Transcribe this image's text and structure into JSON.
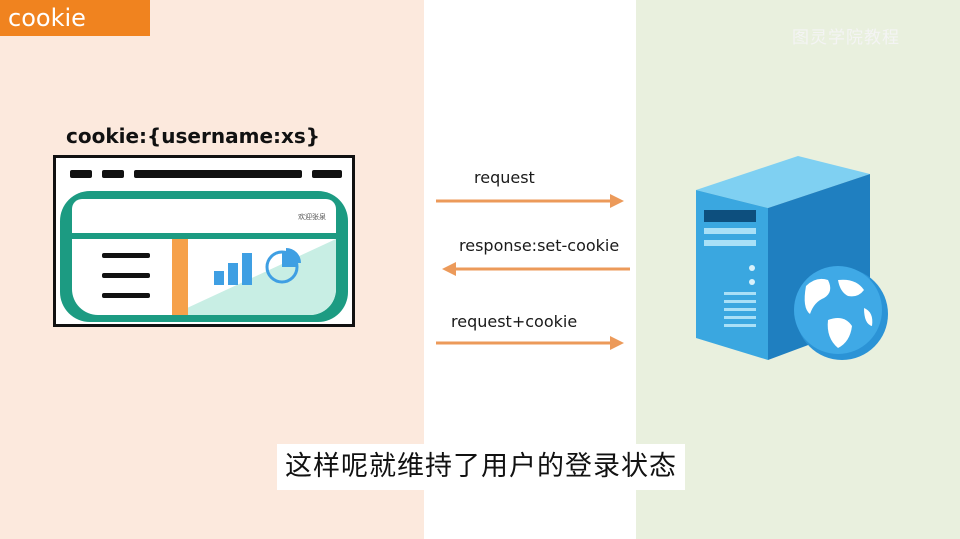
{
  "tag_label": "cookie",
  "watermark": "图灵学院教程",
  "client": {
    "cookie_label": "cookie:{username:xs}",
    "welcome_text": "欢迎张泉"
  },
  "arrows": {
    "request_label": "request",
    "response_label": "response:set-cookie",
    "request_cookie_label": "request+cookie"
  },
  "subtitle": "这样呢就维持了用户的登录状态",
  "colors": {
    "left_panel": "#fce9dd",
    "right_panel": "#e9f0de",
    "accent_orange": "#f0831f",
    "arrow": "#ec9a5a",
    "browser_teal": "#1c9b82",
    "server_blue": "#3aa7e0"
  },
  "icons": {
    "menu": "hamburger-icon",
    "chart": "bar-chart-icon",
    "pie": "pie-chart-icon",
    "server": "server-icon",
    "globe": "globe-icon"
  }
}
